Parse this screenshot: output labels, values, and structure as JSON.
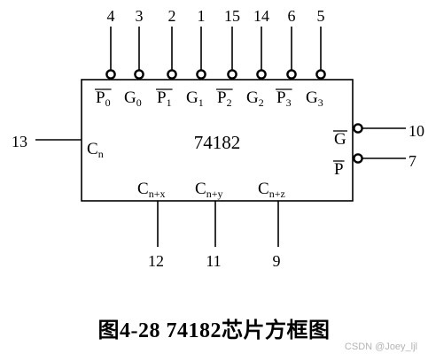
{
  "chip_name": "74182",
  "top_pins": [
    {
      "number": "4",
      "name": "P",
      "sub": "0"
    },
    {
      "number": "3",
      "name": "G",
      "sub": "0"
    },
    {
      "number": "2",
      "name": "P",
      "sub": "1"
    },
    {
      "number": "1",
      "name": "G",
      "sub": "1"
    },
    {
      "number": "15",
      "name": "P",
      "sub": "2"
    },
    {
      "number": "14",
      "name": "G",
      "sub": "2"
    },
    {
      "number": "6",
      "name": "P",
      "sub": "3"
    },
    {
      "number": "5",
      "name": "G",
      "sub": "3"
    }
  ],
  "left_pin": {
    "number": "13",
    "name": "C",
    "sub": "n"
  },
  "right_pins": [
    {
      "number": "10",
      "name": "G"
    },
    {
      "number": "7",
      "name": "P"
    }
  ],
  "bottom_pins": [
    {
      "number": "12",
      "name": "C",
      "sub": "n+x"
    },
    {
      "number": "11",
      "name": "C",
      "sub": "n+y"
    },
    {
      "number": "9",
      "name": "C",
      "sub": "n+z"
    }
  ],
  "caption": {
    "prefix": "图",
    "number": "4-28  74182",
    "suffix": "芯片方框图"
  },
  "watermark": "CSDN @Joey_ljl"
}
